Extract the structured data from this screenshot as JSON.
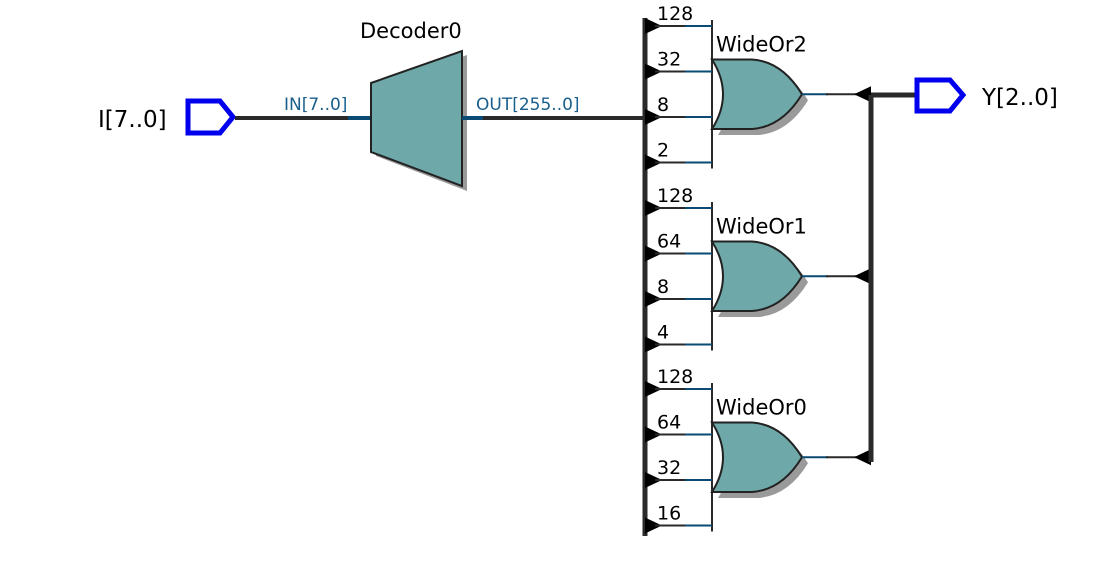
{
  "diagram": {
    "type": "rtl-schematic",
    "colors": {
      "component_fill": "#6fa8a8",
      "io_pin": "#0000ee",
      "wire": "#2a2a2a",
      "port_wire": "#0b4a73",
      "port_label": "#1a5f8c",
      "shadow": "#9a9a9a"
    },
    "input_pin": {
      "label": "I[7..0]"
    },
    "output_pin": {
      "label": "Y[2..0]"
    },
    "decoder": {
      "name": "Decoder0",
      "in_port": "IN[7..0]",
      "out_port": "OUT[255..0]"
    },
    "gates": [
      {
        "name": "WideOr2",
        "type": "OR",
        "inputs": [
          "128",
          "32",
          "8",
          "2"
        ]
      },
      {
        "name": "WideOr1",
        "type": "OR",
        "inputs": [
          "128",
          "64",
          "8",
          "4"
        ]
      },
      {
        "name": "WideOr0",
        "type": "OR",
        "inputs": [
          "128",
          "64",
          "32",
          "16"
        ]
      }
    ]
  }
}
